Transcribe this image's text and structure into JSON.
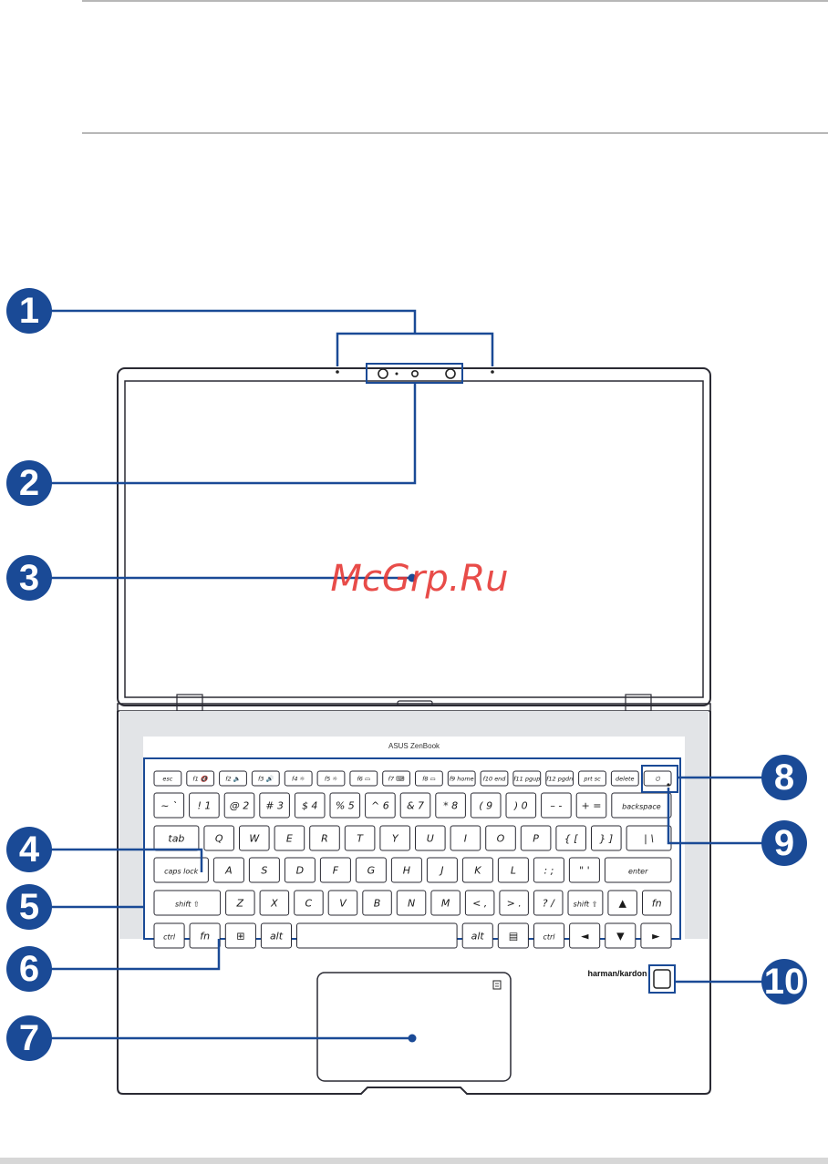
{
  "watermark": "McGrp.Ru",
  "brand_label": "ASUS ZenBook",
  "audio_brand": "harman/kardon",
  "callouts": [
    "1",
    "2",
    "3",
    "4",
    "5",
    "6",
    "7",
    "8",
    "9",
    "10"
  ],
  "keyboard": {
    "rows": [
      [
        {
          "label": "esc"
        },
        {
          "label": "f1 🔇"
        },
        {
          "label": "f2 🔈"
        },
        {
          "label": "f3 🔊"
        },
        {
          "label": "f4 ☼"
        },
        {
          "label": "f5 ☼"
        },
        {
          "label": "f6 ▭"
        },
        {
          "label": "f7 ⌨"
        },
        {
          "label": "f8 ▭"
        },
        {
          "label": "f9 home"
        },
        {
          "label": "f10 end"
        },
        {
          "label": "f11 pgup"
        },
        {
          "label": "f12 pgdn"
        },
        {
          "label": "prt sc"
        },
        {
          "label": "delete"
        },
        {
          "label": "⏻"
        }
      ],
      [
        {
          "label": "~ `"
        },
        {
          "label": "! 1"
        },
        {
          "label": "@ 2"
        },
        {
          "label": "# 3"
        },
        {
          "label": "$ 4"
        },
        {
          "label": "% 5"
        },
        {
          "label": "^ 6"
        },
        {
          "label": "& 7"
        },
        {
          "label": "* 8"
        },
        {
          "label": "( 9"
        },
        {
          "label": ") 0"
        },
        {
          "label": "– -"
        },
        {
          "label": "+ ="
        },
        {
          "label": "backspace"
        }
      ],
      [
        {
          "label": "tab"
        },
        {
          "label": "Q"
        },
        {
          "label": "W"
        },
        {
          "label": "E"
        },
        {
          "label": "R"
        },
        {
          "label": "T"
        },
        {
          "label": "Y"
        },
        {
          "label": "U"
        },
        {
          "label": "I"
        },
        {
          "label": "O"
        },
        {
          "label": "P"
        },
        {
          "label": "{ ["
        },
        {
          "label": "} ]"
        },
        {
          "label": "| \\"
        }
      ],
      [
        {
          "label": "caps lock"
        },
        {
          "label": "A"
        },
        {
          "label": "S"
        },
        {
          "label": "D"
        },
        {
          "label": "F"
        },
        {
          "label": "G"
        },
        {
          "label": "H"
        },
        {
          "label": "J"
        },
        {
          "label": "K"
        },
        {
          "label": "L"
        },
        {
          "label": ": ;"
        },
        {
          "label": "\" '"
        },
        {
          "label": "enter"
        }
      ],
      [
        {
          "label": "shift ⇧"
        },
        {
          "label": "Z"
        },
        {
          "label": "X"
        },
        {
          "label": "C"
        },
        {
          "label": "V"
        },
        {
          "label": "B"
        },
        {
          "label": "N"
        },
        {
          "label": "M"
        },
        {
          "label": "< ,"
        },
        {
          "label": "> ."
        },
        {
          "label": "? /"
        },
        {
          "label": "shift ⇧"
        },
        {
          "label": "▲"
        },
        {
          "label": "fn"
        }
      ],
      [
        {
          "label": "ctrl"
        },
        {
          "label": "fn"
        },
        {
          "label": "⊞"
        },
        {
          "label": "alt"
        },
        {
          "label": ""
        },
        {
          "label": "alt"
        },
        {
          "label": "▤"
        },
        {
          "label": "ctrl"
        },
        {
          "label": "◄"
        },
        {
          "label": "▼"
        },
        {
          "label": "►"
        }
      ]
    ]
  }
}
